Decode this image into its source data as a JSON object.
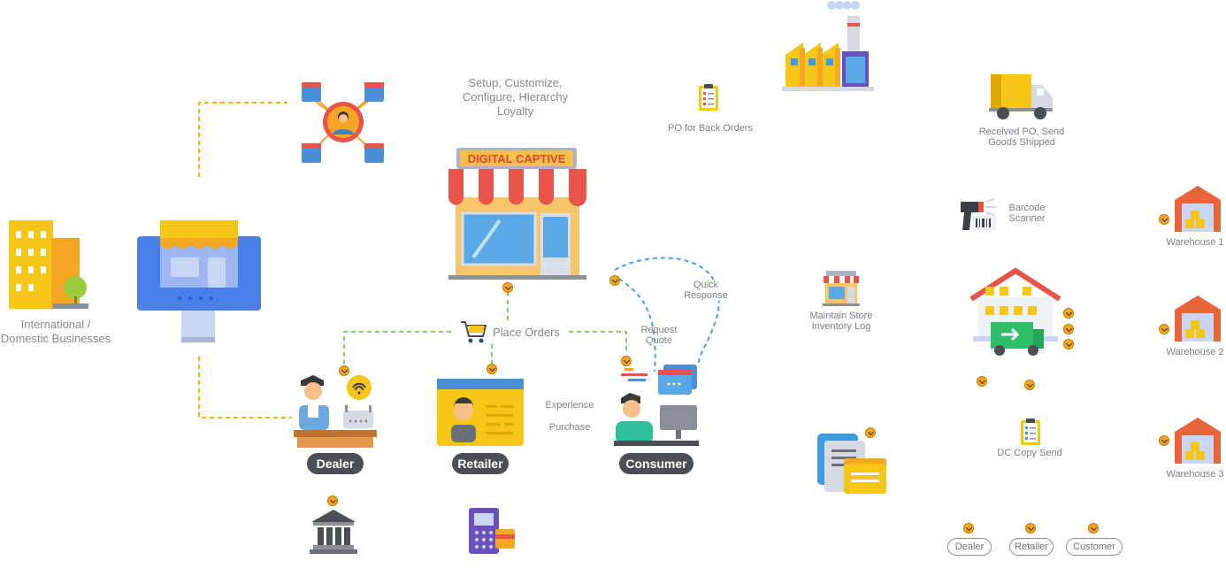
{
  "labels": {
    "setup": [
      "Setup, Customize,",
      "Configure, Hierarchy",
      "Loyalty"
    ],
    "storefront_sign": "DIGITAL CAPTIVE",
    "intl": [
      "International /",
      "Domestic Businesses"
    ],
    "place_orders": "Place Orders",
    "request_quote": [
      "Request",
      "Quote"
    ],
    "quick_response": [
      "Quick",
      "Response"
    ],
    "experience": "Experience",
    "purchase": "Purchase",
    "dealer": "Dealer",
    "retailer": "Retailer",
    "consumer": "Consumer",
    "po_back_orders": "PO for Back Orders",
    "maintain_store": [
      "Maintain Store",
      "Inventory Log"
    ],
    "received_po": [
      "Received PO, Send",
      "Goods Shipped"
    ],
    "barcode": [
      "Barcode",
      "Scanner"
    ],
    "dc_copy": "DC Copy Send",
    "warehouse1": "Warehouse 1",
    "warehouse2": "Warehouse 2",
    "warehouse3": "Warehouse 3",
    "bottom_pills": [
      "Dealer",
      "Retailer",
      "Customer"
    ]
  },
  "colors": {
    "dashed_orange": "#f5b400",
    "dashed_green": "#7ed957",
    "dashed_blue": "#4a9fe0",
    "marker": "#f5a623"
  },
  "icons": [
    "network-hub-icon",
    "building-icon",
    "monitor-storefront-icon",
    "storefront-icon",
    "dealer-icon",
    "retailer-card-icon",
    "consumer-icon",
    "cart-icon",
    "bank-icon",
    "pos-terminal-icon",
    "factory-icon",
    "clipboard-icon",
    "truck-icon",
    "barcode-scanner-icon",
    "shop-icon",
    "distribution-center-icon",
    "documents-icon",
    "warehouse-icon"
  ]
}
